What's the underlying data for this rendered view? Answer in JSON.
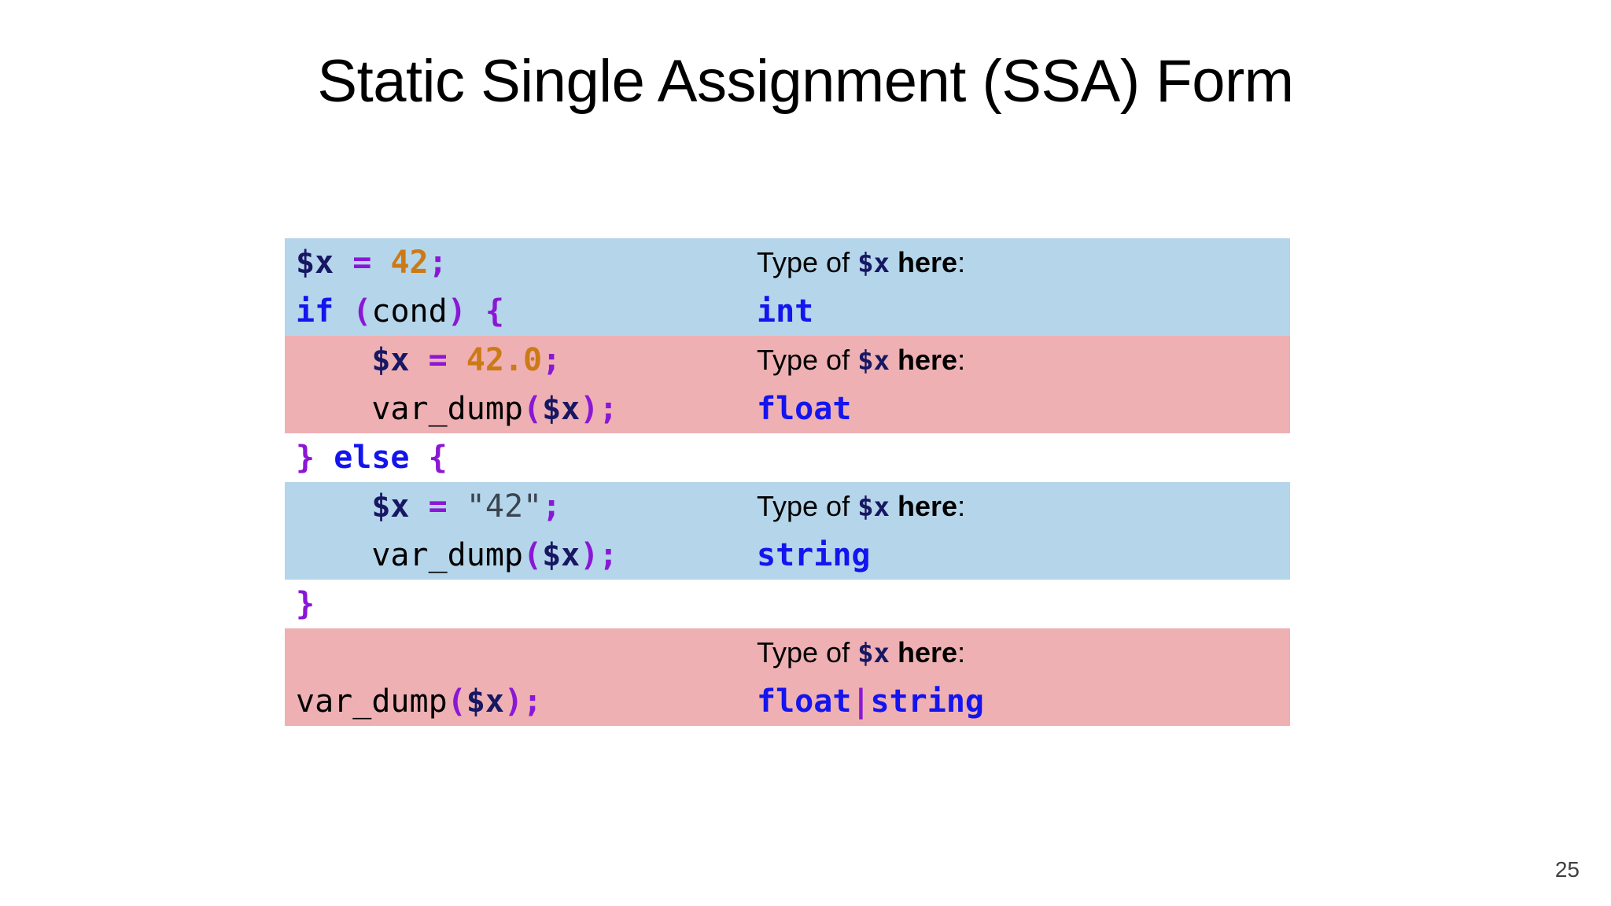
{
  "slide": {
    "title": "Static Single Assignment (SSA) Form",
    "page_number": "25"
  },
  "colors": {
    "band_blue": "#b5d5ea",
    "band_pink": "#eeb0b3",
    "variable": "#171763",
    "operator": "#8a17d6",
    "number": "#cc7a15",
    "keyword": "#1414ee",
    "string": "#3a4550",
    "type": "#1414ee",
    "pipe": "#8a17d6",
    "text": "#000000"
  },
  "annotation_label": {
    "prefix": "Type of ",
    "variable": "$x",
    "suffix_bold": " here",
    "colon": ":"
  },
  "bands": [
    {
      "highlight": "blue",
      "rows": [
        {
          "code": [
            {
              "text": "$x",
              "style": "t-var"
            },
            {
              "text": " ",
              "style": "t-plain"
            },
            {
              "text": "=",
              "style": "t-op"
            },
            {
              "text": " ",
              "style": "t-plain"
            },
            {
              "text": "42",
              "style": "t-num"
            },
            {
              "text": ";",
              "style": "t-punc"
            }
          ],
          "annotation": "label"
        },
        {
          "code": [
            {
              "text": "if",
              "style": "t-kw"
            },
            {
              "text": " ",
              "style": "t-plain"
            },
            {
              "text": "(",
              "style": "t-punc"
            },
            {
              "text": "cond",
              "style": "t-plain"
            },
            {
              "text": ")",
              "style": "t-punc"
            },
            {
              "text": " ",
              "style": "t-plain"
            },
            {
              "text": "{",
              "style": "t-punc"
            }
          ],
          "annotation": "type",
          "type_parts": [
            {
              "text": "int",
              "style": "type"
            }
          ]
        }
      ]
    },
    {
      "highlight": "pink",
      "rows": [
        {
          "code": [
            {
              "text": "    ",
              "style": "t-plain"
            },
            {
              "text": "$x",
              "style": "t-var"
            },
            {
              "text": " ",
              "style": "t-plain"
            },
            {
              "text": "=",
              "style": "t-op"
            },
            {
              "text": " ",
              "style": "t-plain"
            },
            {
              "text": "42.0",
              "style": "t-num"
            },
            {
              "text": ";",
              "style": "t-punc"
            }
          ],
          "annotation": "label"
        },
        {
          "code": [
            {
              "text": "    ",
              "style": "t-plain"
            },
            {
              "text": "var_dump",
              "style": "t-fn"
            },
            {
              "text": "(",
              "style": "t-punc"
            },
            {
              "text": "$x",
              "style": "t-var"
            },
            {
              "text": ")",
              "style": "t-punc"
            },
            {
              "text": ";",
              "style": "t-punc"
            }
          ],
          "annotation": "type",
          "type_parts": [
            {
              "text": "float",
              "style": "type"
            }
          ]
        }
      ]
    },
    {
      "highlight": "plain",
      "rows": [
        {
          "code": [
            {
              "text": "}",
              "style": "t-punc"
            },
            {
              "text": " ",
              "style": "t-plain"
            },
            {
              "text": "else",
              "style": "t-kw"
            },
            {
              "text": " ",
              "style": "t-plain"
            },
            {
              "text": "{",
              "style": "t-punc"
            }
          ],
          "annotation": "none"
        }
      ]
    },
    {
      "highlight": "blue",
      "rows": [
        {
          "code": [
            {
              "text": "    ",
              "style": "t-plain"
            },
            {
              "text": "$x",
              "style": "t-var"
            },
            {
              "text": " ",
              "style": "t-plain"
            },
            {
              "text": "=",
              "style": "t-op"
            },
            {
              "text": " ",
              "style": "t-plain"
            },
            {
              "text": "\"42\"",
              "style": "t-str"
            },
            {
              "text": ";",
              "style": "t-punc"
            }
          ],
          "annotation": "label"
        },
        {
          "code": [
            {
              "text": "    ",
              "style": "t-plain"
            },
            {
              "text": "var_dump",
              "style": "t-fn"
            },
            {
              "text": "(",
              "style": "t-punc"
            },
            {
              "text": "$x",
              "style": "t-var"
            },
            {
              "text": ")",
              "style": "t-punc"
            },
            {
              "text": ";",
              "style": "t-punc"
            }
          ],
          "annotation": "type",
          "type_parts": [
            {
              "text": "string",
              "style": "type"
            }
          ]
        }
      ]
    },
    {
      "highlight": "plain",
      "rows": [
        {
          "code": [
            {
              "text": "}",
              "style": "t-punc"
            }
          ],
          "annotation": "none"
        }
      ]
    },
    {
      "highlight": "pink",
      "rows": [
        {
          "code": [],
          "annotation": "label"
        },
        {
          "code": [
            {
              "text": "var_dump",
              "style": "t-fn"
            },
            {
              "text": "(",
              "style": "t-punc"
            },
            {
              "text": "$x",
              "style": "t-var"
            },
            {
              "text": ")",
              "style": "t-punc"
            },
            {
              "text": ";",
              "style": "t-punc"
            }
          ],
          "annotation": "type",
          "type_parts": [
            {
              "text": "float",
              "style": "type"
            },
            {
              "text": "|",
              "style": "pipe"
            },
            {
              "text": "string",
              "style": "type"
            }
          ]
        }
      ]
    }
  ]
}
